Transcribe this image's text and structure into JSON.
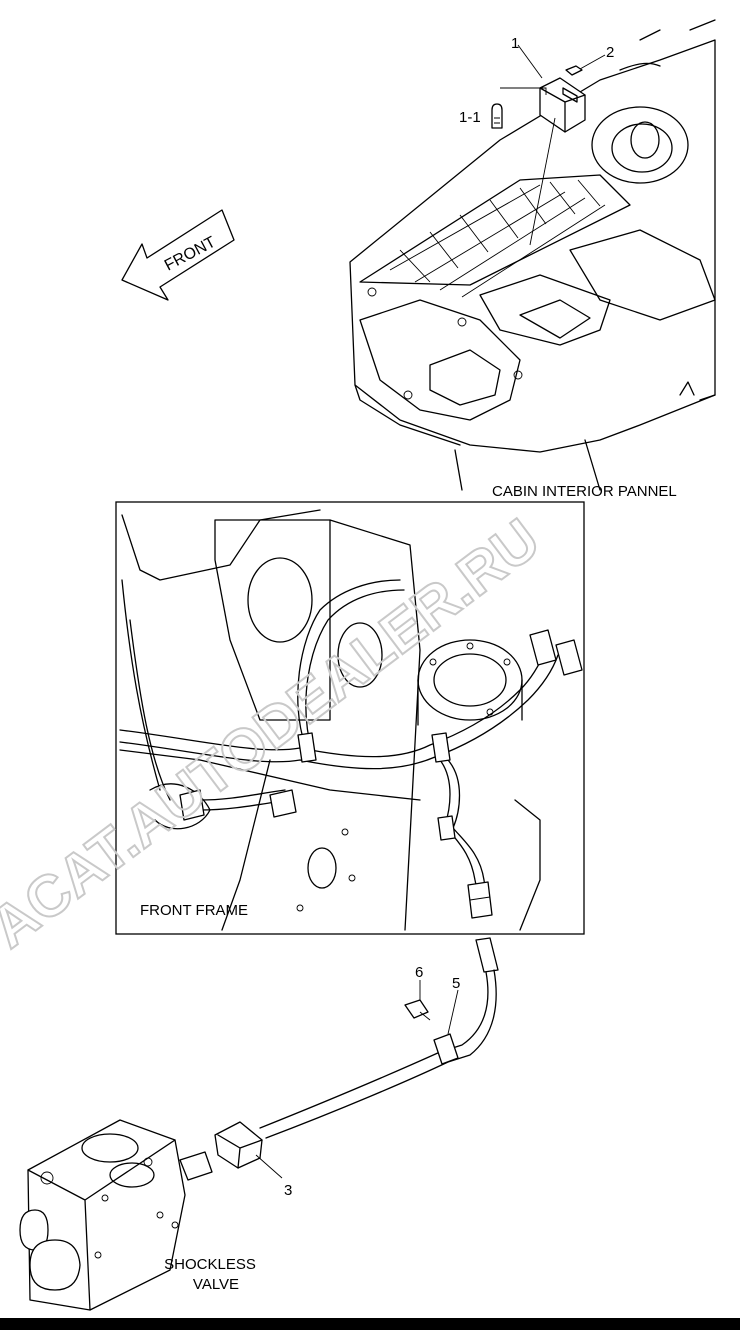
{
  "callouts": {
    "c1": "1",
    "c2": "2",
    "c1_1": "1-1",
    "c3": "3",
    "c5": "5",
    "c6": "6"
  },
  "direction_arrow": {
    "label": "FRONT"
  },
  "labels": {
    "cabin_panel": "CABIN INTERIOR PANNEL",
    "front_frame": "FRONT FRAME",
    "shockless_line1": "SHOCKLESS",
    "shockless_line2": "VALVE"
  },
  "watermark": {
    "text": "ACAT.AUTODEALER.RU"
  },
  "colors": {
    "line": "#000000",
    "background": "#ffffff",
    "watermark": "#c9c9c9",
    "bottom_bar": "#000000"
  }
}
